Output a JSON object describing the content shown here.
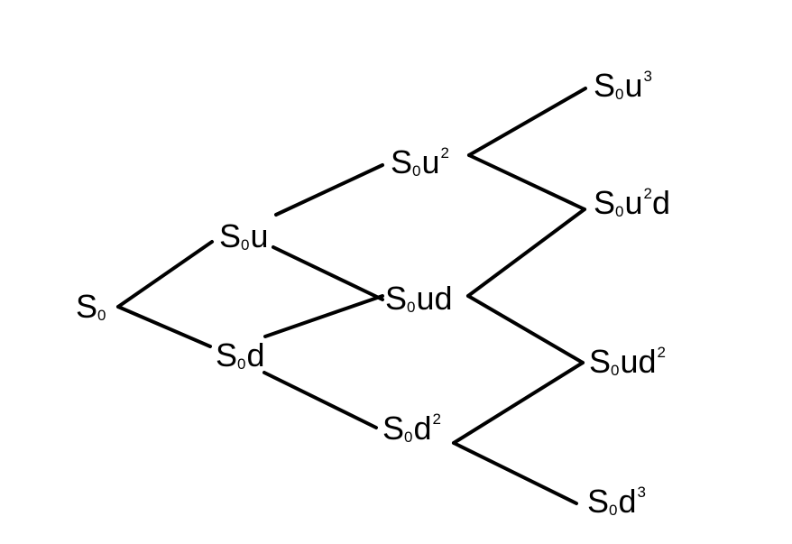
{
  "nodes": [
    {
      "id": "s0",
      "base": "S",
      "sub": "0",
      "tail": "",
      "sup": ""
    },
    {
      "id": "s0u",
      "base": "S",
      "sub": "0",
      "tail": "u",
      "sup": ""
    },
    {
      "id": "s0d",
      "base": "S",
      "sub": "0",
      "tail": "d",
      "sup": ""
    },
    {
      "id": "s0u2",
      "base": "S",
      "sub": "0",
      "tail": "u",
      "sup": "2"
    },
    {
      "id": "s0ud",
      "base": "S",
      "sub": "0",
      "tail": "ud",
      "sup": ""
    },
    {
      "id": "s0d2",
      "base": "S",
      "sub": "0",
      "tail": "d",
      "sup": "2"
    },
    {
      "id": "s0u3",
      "base": "S",
      "sub": "0",
      "tail": "u",
      "sup": "3"
    },
    {
      "id": "s0u2d",
      "base": "S",
      "sub": "0",
      "tail": "u",
      "sup": "2",
      "tail2": "d"
    },
    {
      "id": "s0ud2",
      "base": "S",
      "sub": "0",
      "tail": "ud",
      "sup": "2"
    },
    {
      "id": "s0d3",
      "base": "S",
      "sub": "0",
      "tail": "d",
      "sup": "3"
    }
  ],
  "edges": [
    [
      "s0",
      "s0u"
    ],
    [
      "s0",
      "s0d"
    ],
    [
      "s0u",
      "s0u2"
    ],
    [
      "s0u",
      "s0ud"
    ],
    [
      "s0d",
      "s0ud"
    ],
    [
      "s0d",
      "s0d2"
    ],
    [
      "s0u2",
      "s0u3"
    ],
    [
      "s0u2",
      "s0u2d"
    ],
    [
      "s0ud",
      "s0u2d"
    ],
    [
      "s0ud",
      "s0ud2"
    ],
    [
      "s0d2",
      "s0ud2"
    ],
    [
      "s0d2",
      "s0d3"
    ]
  ]
}
